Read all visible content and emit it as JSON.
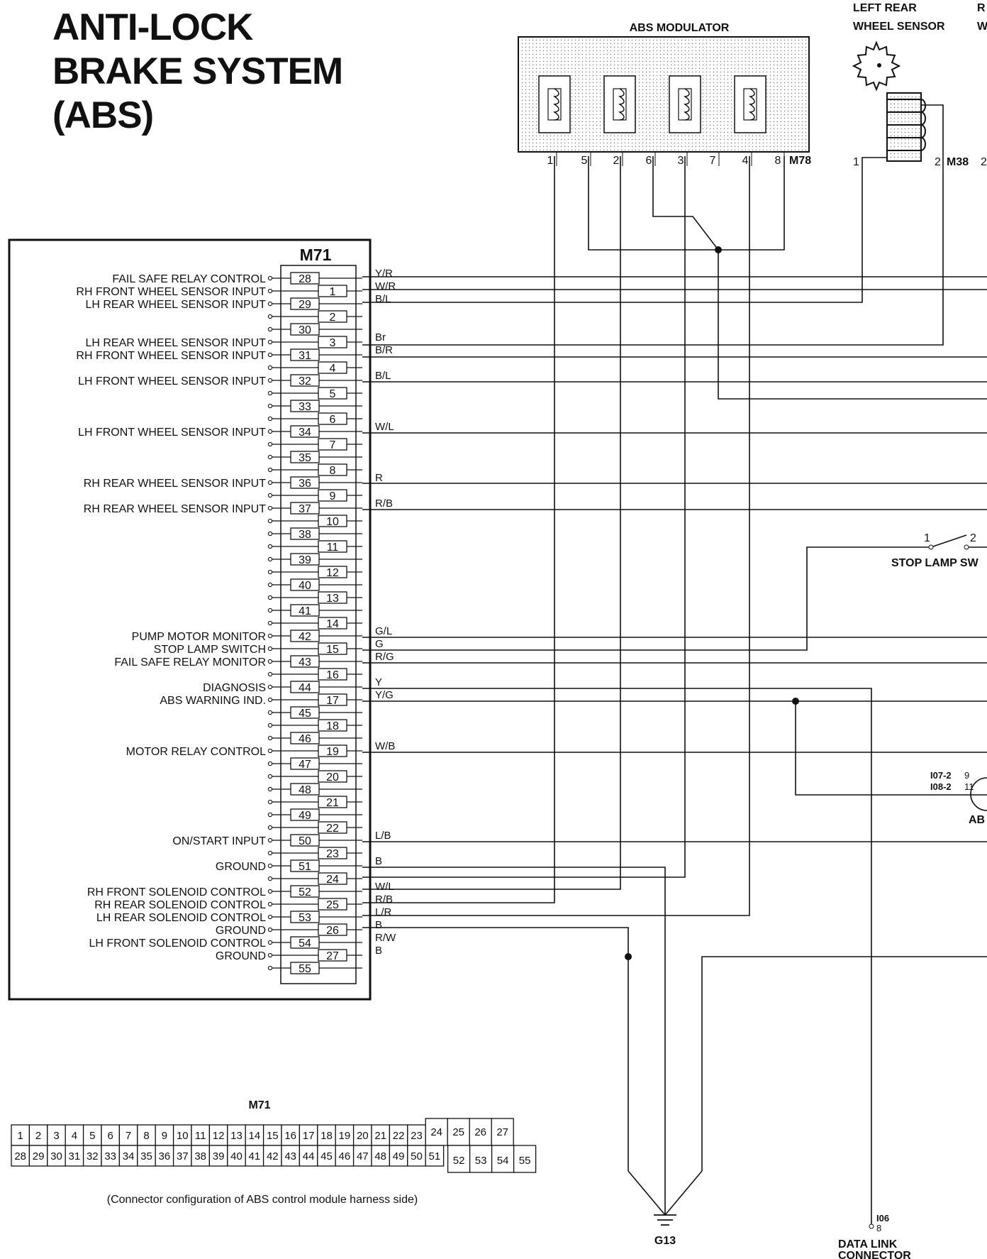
{
  "title": {
    "line1": "ANTI-LOCK",
    "line2": "BRAKE SYSTEM",
    "line3": "(ABS)"
  },
  "modulator": {
    "label": "ABS MODULATOR",
    "connector": "M78",
    "pins": [
      "1",
      "5",
      "2",
      "6",
      "3",
      "7",
      "4",
      "8"
    ]
  },
  "left_rear_sensor": {
    "label_line1": "LEFT REAR",
    "label_line2": "WHEEL SENSOR",
    "connector": "M38",
    "pin_left": "1",
    "pin_right": "2",
    "extra_pin": "2"
  },
  "right_cut": {
    "r": "R",
    "w": "W"
  },
  "module": {
    "connector": "M71",
    "functions": [
      {
        "label": "FAIL SAFE RELAY CONTROL",
        "pin": "28",
        "wire": "Y/R"
      },
      {
        "label": "RH FRONT WHEEL SENSOR INPUT",
        "pin": "1",
        "wire": "W/R"
      },
      {
        "label": "LH REAR WHEEL SENSOR INPUT",
        "pin": "29",
        "wire": "B/L"
      },
      {
        "label": "",
        "pin": "2",
        "wire": ""
      },
      {
        "label": "",
        "pin": "30",
        "wire": ""
      },
      {
        "label": "LH REAR WHEEL SENSOR INPUT",
        "pin": "3",
        "wire": "Br"
      },
      {
        "label": "RH FRONT WHEEL SENSOR INPUT",
        "pin": "31",
        "wire": "B/R"
      },
      {
        "label": "",
        "pin": "4",
        "wire": ""
      },
      {
        "label": "LH FRONT WHEEL SENSOR INPUT",
        "pin": "32",
        "wire": "B/L"
      },
      {
        "label": "",
        "pin": "5",
        "wire": ""
      },
      {
        "label": "",
        "pin": "33",
        "wire": ""
      },
      {
        "label": "",
        "pin": "6",
        "wire": ""
      },
      {
        "label": "LH FRONT WHEEL SENSOR INPUT",
        "pin": "34",
        "wire": "W/L"
      },
      {
        "label": "",
        "pin": "7",
        "wire": ""
      },
      {
        "label": "",
        "pin": "35",
        "wire": ""
      },
      {
        "label": "",
        "pin": "8",
        "wire": ""
      },
      {
        "label": "RH REAR WHEEL SENSOR INPUT",
        "pin": "36",
        "wire": "R"
      },
      {
        "label": "",
        "pin": "9",
        "wire": ""
      },
      {
        "label": "RH REAR WHEEL SENSOR INPUT",
        "pin": "37",
        "wire": "R/B"
      },
      {
        "label": "",
        "pin": "10",
        "wire": ""
      },
      {
        "label": "",
        "pin": "38",
        "wire": ""
      },
      {
        "label": "",
        "pin": "11",
        "wire": ""
      },
      {
        "label": "",
        "pin": "39",
        "wire": ""
      },
      {
        "label": "",
        "pin": "12",
        "wire": ""
      },
      {
        "label": "",
        "pin": "40",
        "wire": ""
      },
      {
        "label": "",
        "pin": "13",
        "wire": ""
      },
      {
        "label": "",
        "pin": "41",
        "wire": ""
      },
      {
        "label": "",
        "pin": "14",
        "wire": ""
      },
      {
        "label": "PUMP MOTOR MONITOR",
        "pin": "42",
        "wire": "G/L"
      },
      {
        "label": "STOP LAMP SWITCH",
        "pin": "15",
        "wire": "G"
      },
      {
        "label": "FAIL SAFE RELAY MONITOR",
        "pin": "43",
        "wire": "R/G"
      },
      {
        "label": "",
        "pin": "16",
        "wire": ""
      },
      {
        "label": "DIAGNOSIS",
        "pin": "44",
        "wire": "Y"
      },
      {
        "label": "ABS WARNING IND.",
        "pin": "17",
        "wire": "Y/G"
      },
      {
        "label": "",
        "pin": "45",
        "wire": ""
      },
      {
        "label": "",
        "pin": "18",
        "wire": ""
      },
      {
        "label": "",
        "pin": "46",
        "wire": ""
      },
      {
        "label": "MOTOR RELAY CONTROL",
        "pin": "19",
        "wire": "W/B"
      },
      {
        "label": "",
        "pin": "47",
        "wire": ""
      },
      {
        "label": "",
        "pin": "20",
        "wire": ""
      },
      {
        "label": "",
        "pin": "48",
        "wire": ""
      },
      {
        "label": "",
        "pin": "21",
        "wire": ""
      },
      {
        "label": "",
        "pin": "49",
        "wire": ""
      },
      {
        "label": "",
        "pin": "22",
        "wire": ""
      },
      {
        "label": "ON/START INPUT",
        "pin": "50",
        "wire": "L/B"
      },
      {
        "label": "",
        "pin": "23",
        "wire": ""
      },
      {
        "label": "GROUND",
        "pin": "51",
        "wire": "B"
      },
      {
        "label": "",
        "pin": "24",
        "wire": ""
      },
      {
        "label": "RH FRONT SOLENOID CONTROL",
        "pin": "52",
        "wire": "W/L"
      },
      {
        "label": "RH REAR SOLENOID CONTROL",
        "pin": "25",
        "wire": "R/B"
      },
      {
        "label": "LH REAR SOLENOID CONTROL",
        "pin": "53",
        "wire": "L/R"
      },
      {
        "label": "GROUND",
        "pin": "26",
        "wire": "B"
      },
      {
        "label": "LH FRONT SOLENOID CONTROL",
        "pin": "54",
        "wire": "R/W"
      },
      {
        "label": "GROUND",
        "pin": "27",
        "wire": "B"
      },
      {
        "label": "",
        "pin": "55",
        "wire": ""
      }
    ]
  },
  "stop_lamp_switch": {
    "label": "STOP LAMP SW",
    "pin1": "1",
    "pin2": "2"
  },
  "abs_indicator": {
    "conn1": "I07-2",
    "conn2": "I08-2",
    "pin1": "9",
    "pin2": "11",
    "label": "AB"
  },
  "ground": {
    "label": "G13"
  },
  "data_link": {
    "connector": "I06",
    "pin": "8",
    "label_line1": "DATA LINK",
    "label_line2": "CONNECTOR"
  },
  "connector_view": {
    "label": "M71",
    "row1": [
      "1",
      "2",
      "3",
      "4",
      "5",
      "6",
      "7",
      "8",
      "9",
      "10",
      "11",
      "12",
      "13",
      "14",
      "15",
      "16",
      "17",
      "18",
      "19",
      "20",
      "21",
      "22",
      "23",
      "24",
      "25",
      "26",
      "27"
    ],
    "row2": [
      "28",
      "29",
      "30",
      "31",
      "32",
      "33",
      "34",
      "35",
      "36",
      "37",
      "38",
      "39",
      "40",
      "41",
      "42",
      "43",
      "44",
      "45",
      "46",
      "47",
      "48",
      "49",
      "50",
      "51",
      "52",
      "53",
      "54",
      "55"
    ],
    "caption": "(Connector configuration of ABS control module harness side)"
  }
}
